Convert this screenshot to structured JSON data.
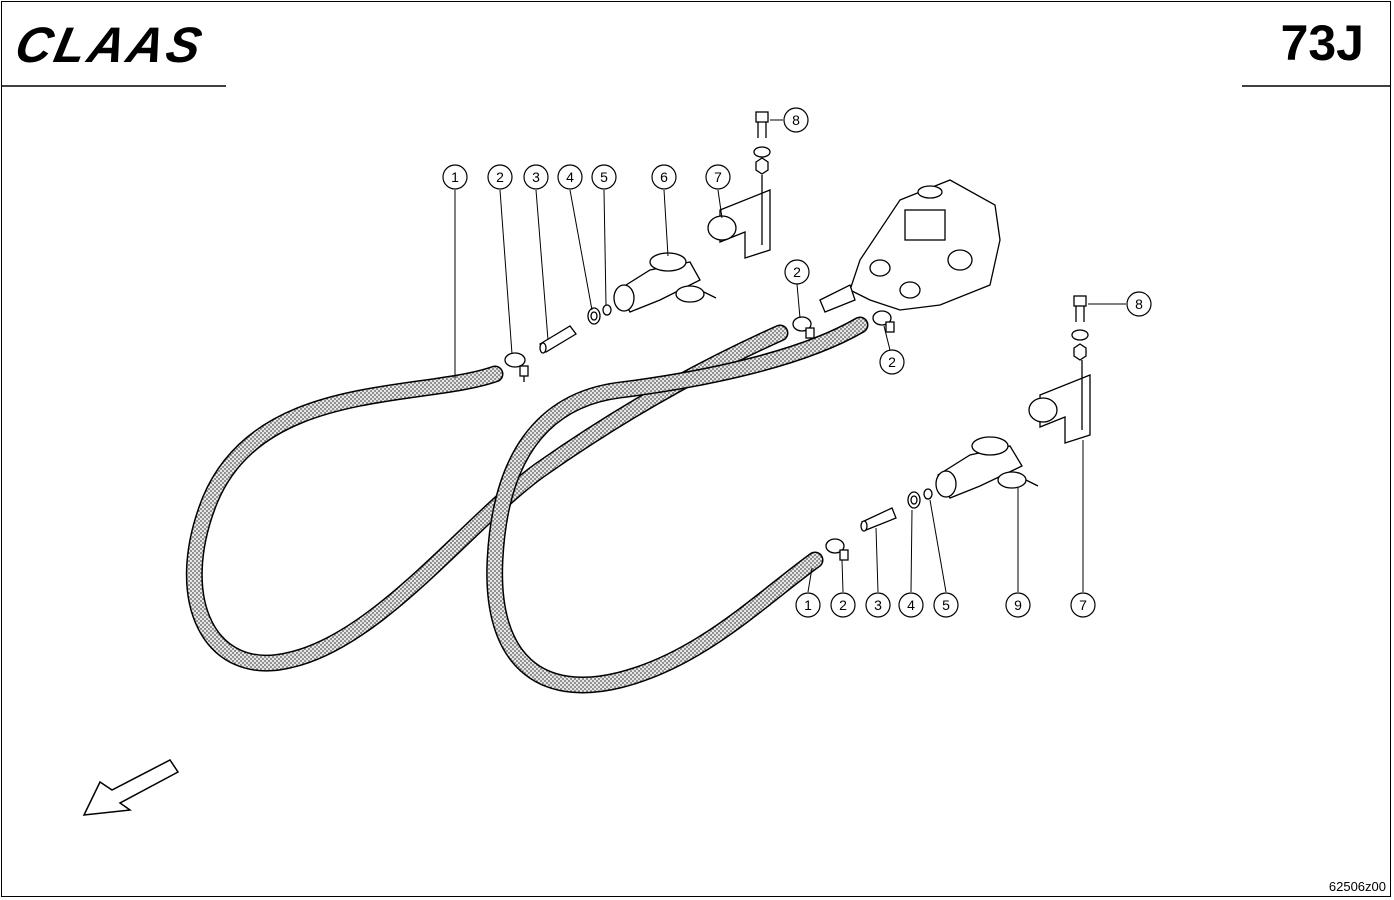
{
  "brand": {
    "logo_text": "CLAAS"
  },
  "header": {
    "page_code": "73J"
  },
  "footer": {
    "drawing_number": "62506z00"
  },
  "callouts": {
    "top": [
      "1",
      "2",
      "3",
      "4",
      "5",
      "6",
      "7",
      "8",
      "2",
      "2"
    ],
    "bottom": [
      "1",
      "2",
      "3",
      "4",
      "5",
      "9",
      "7",
      "8"
    ]
  },
  "colors": {
    "line": "#000000",
    "hose_fill": "#c8c8c8"
  },
  "icons": {
    "direction": "arrow-icon"
  }
}
